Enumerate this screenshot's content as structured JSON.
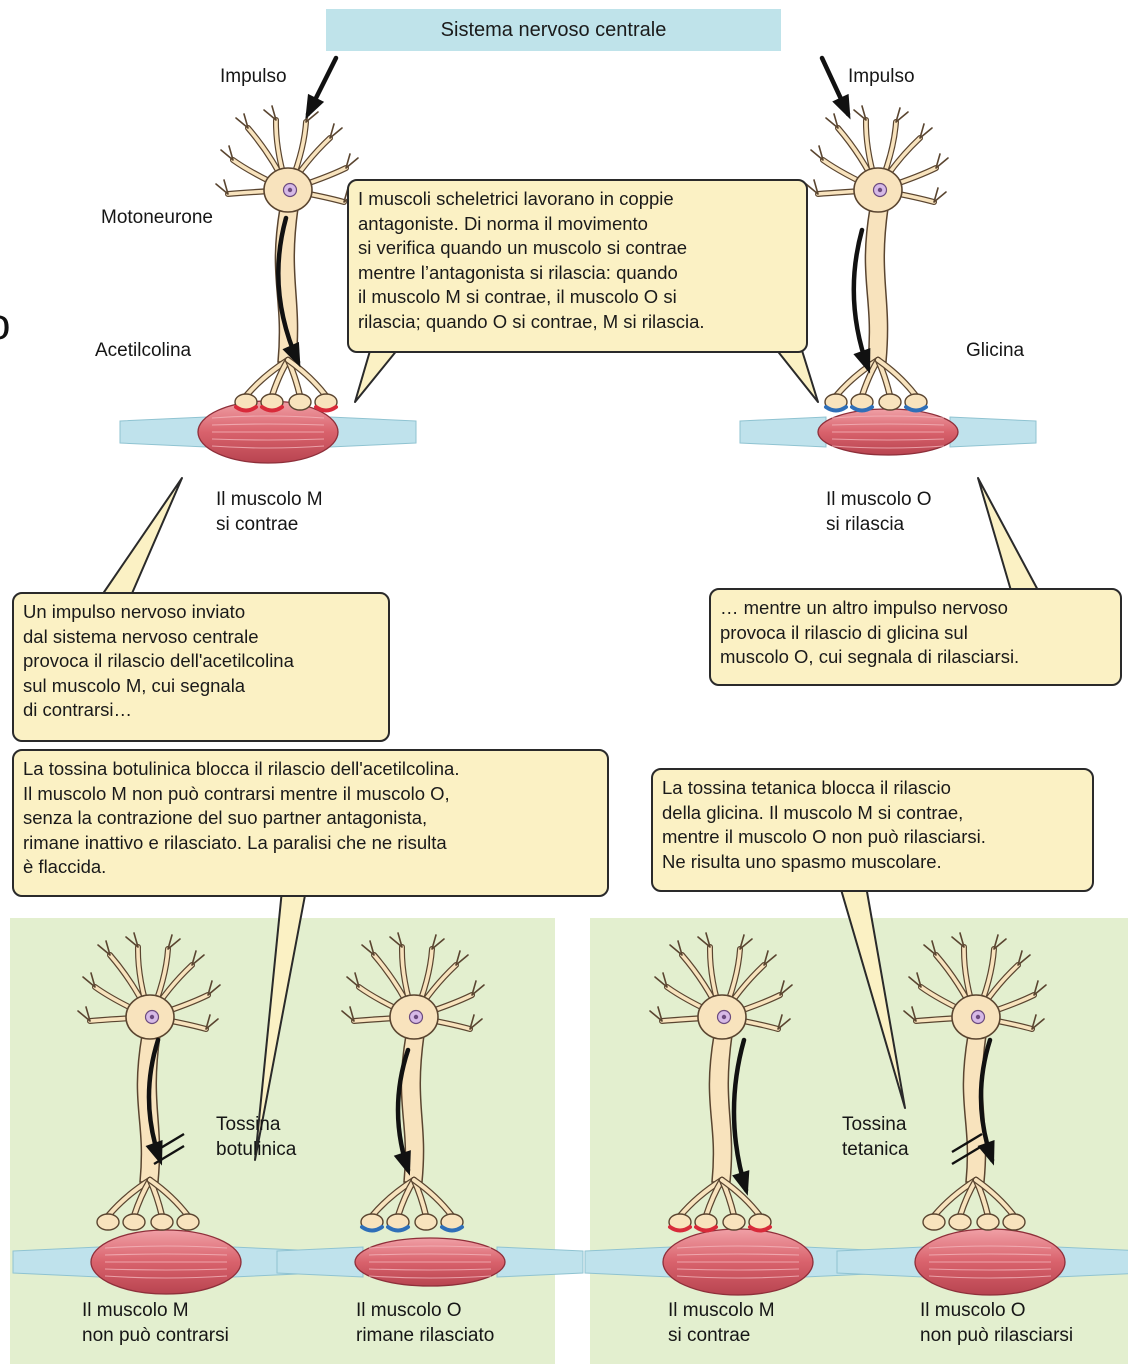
{
  "header": {
    "title": "Sistema nervoso centrale"
  },
  "labels": {
    "impulse_left": "Impulso",
    "impulse_right": "Impulso",
    "motoneuron": "Motoneurone",
    "acetylcholine": "Acetilcolina",
    "glycine": "Glicina",
    "muscle_m_top": "Il muscolo M\nsi contrae",
    "muscle_o_top": "Il muscolo O\nsi rilascia",
    "botulinum_toxin": "Tossina\nbotulinica",
    "tetanus_toxin": "Tossina\ntetanica",
    "bottom_m_left": "Il muscolo M\nnon può contrarsi",
    "bottom_o_left": "Il muscolo O\nrimane rilasciato",
    "bottom_m_right": "Il muscolo M\nsi contrae",
    "bottom_o_right": "Il muscolo O\nnon può rilasciarsi"
  },
  "boxes": {
    "antagonist": "I muscoli scheletrici lavorano in coppie\nantagoniste. Di norma il movimento\nsi verifica quando un muscolo si contrae\nmentre l’antagonista si rilascia: quando\nil muscolo M si contrae, il muscolo O si\nrilascia; quando O si contrae, M si rilascia.",
    "impulse_m": "Un impulso nervoso inviato\ndal sistema nervoso centrale\nprovoca il rilascio dell'acetilcolina\nsul muscolo M, cui segnala\ndi contrarsi…",
    "impulse_o": "… mentre un altro impulso nervoso\nprovoca il rilascio di glicina sul\nmuscolo O, cui segnala di rilasciarsi.",
    "botulinum": "La tossina botulinica blocca il rilascio dell'acetilcolina.\nIl muscolo M non può contrarsi mentre il muscolo O,\nsenza la contrazione del suo partner antagonista,\nrimane inattivo e rilasciato. La paralisi che ne risulta\nè flaccida.",
    "tetanus": "La tossina tetanica blocca il rilascio\ndella glicina. Il muscolo M si contrae,\nmentre il muscolo O non può rilasciarsi.\nNe risulta uno spasmo muscolare."
  },
  "stray_glyph": "o",
  "colors": {
    "header_bg": "#bfe3ea",
    "box_bg": "#fbf1c4",
    "panel_bg": "#e3efcf",
    "neuron_fill": "#f8e3bd",
    "muscle_fill": "#d9626c",
    "tendon_fill": "#bfe2ec",
    "acetylcholine_release": "#d82a3a",
    "glycine_release": "#2f6fb8"
  }
}
